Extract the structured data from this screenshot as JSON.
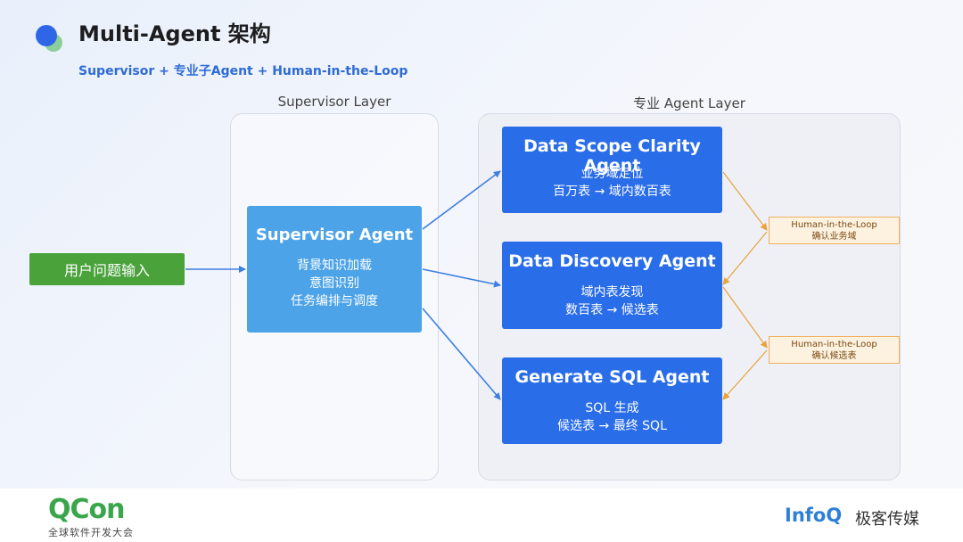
{
  "header": {
    "title": "Multi-Agent 架构",
    "subtitle": "Supervisor + 专业子Agent + Human-in-the-Loop"
  },
  "layers": {
    "supervisor_layer": "Supervisor Layer",
    "specialist_layer": "专业 Agent Layer"
  },
  "nodes": {
    "user_input": "用户问题输入",
    "supervisor": {
      "title": "Supervisor Agent",
      "lines": [
        "背景知识加载",
        "意图识别",
        "任务编排与调度"
      ]
    },
    "scope_agent": {
      "title": "Data Scope Clarity Agent",
      "lines": [
        "业务域定位",
        "百万表 → 域内数百表"
      ]
    },
    "discovery_agent": {
      "title": "Data Discovery Agent",
      "lines": [
        "域内表发现",
        "数百表 → 候选表"
      ]
    },
    "sql_agent": {
      "title": "Generate SQL Agent",
      "lines": [
        "SQL 生成",
        "候选表 → 最终 SQL"
      ]
    },
    "hitl_1": {
      "title": "Human-in-the-Loop",
      "subtitle": "确认业务域"
    },
    "hitl_2": {
      "title": "Human-in-the-Loop",
      "subtitle": "确认候选表"
    }
  },
  "footer": {
    "qcon_logo": "QCon",
    "qcon_tagline": "全球软件开发大会",
    "infoq_logo": "InfoQ",
    "infoq_cn": "极客传媒"
  },
  "colors": {
    "title_accent": "#2f6bd6",
    "input_green": "#4aa23b",
    "supervisor_blue": "#4da3e7",
    "agent_blue": "#2a6de8",
    "hitl_border": "#f0b060",
    "hitl_fill": "#fdf1df",
    "arrow_blue": "#3d7fe0",
    "arrow_orange": "#eaa23a"
  },
  "icons": {
    "header_logo": "overlapping-circles-icon"
  }
}
